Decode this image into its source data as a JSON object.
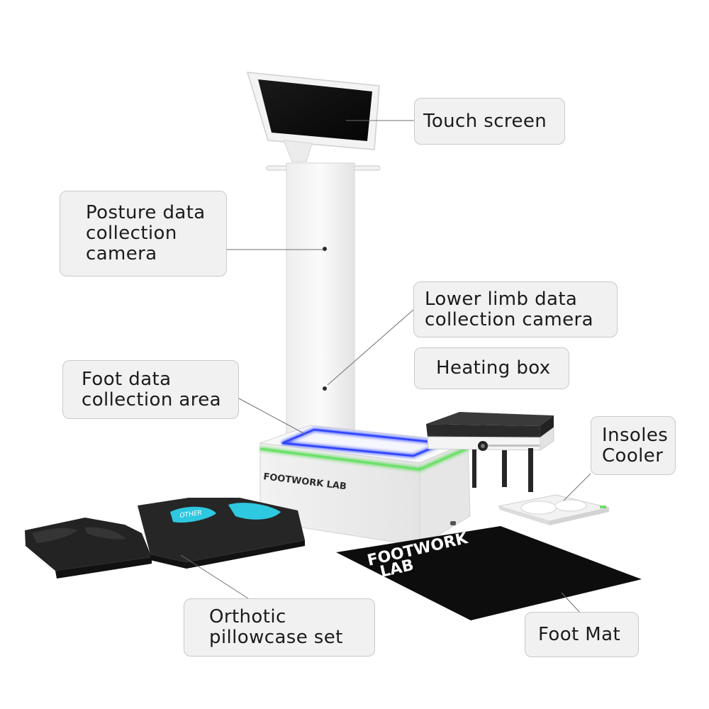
{
  "callouts": {
    "touch_screen": [
      "Touch screen"
    ],
    "posture_camera": [
      "Posture data",
      "collection",
      "camera"
    ],
    "lower_limb_camera": [
      "Lower limb data",
      "collection camera"
    ],
    "heating_box": [
      "Heating box"
    ],
    "foot_area": [
      "Foot data",
      "collection area"
    ],
    "insoles_cooler": [
      "Insoles",
      "Cooler"
    ],
    "orthotic_set": [
      "Orthotic",
      "pillowcase set"
    ],
    "foot_mat": [
      "Foot Mat"
    ]
  },
  "product": {
    "scanner_brand": "FOOTWORK LAB",
    "mat_brand_line1": "FOOTWORK",
    "mat_brand_line2": "LAB",
    "insole_print": "OTHER"
  },
  "colors": {
    "device_white": "#f4f4f4",
    "screen": "#0d0d0d",
    "green_led": "#6de06a",
    "blue_led": "#2f45ff",
    "foam_black": "#1f1f1f",
    "insole_cyan": "#2ec8e0",
    "callout_fill": "#f1f1f1",
    "callout_border": "#c9c9c9"
  }
}
